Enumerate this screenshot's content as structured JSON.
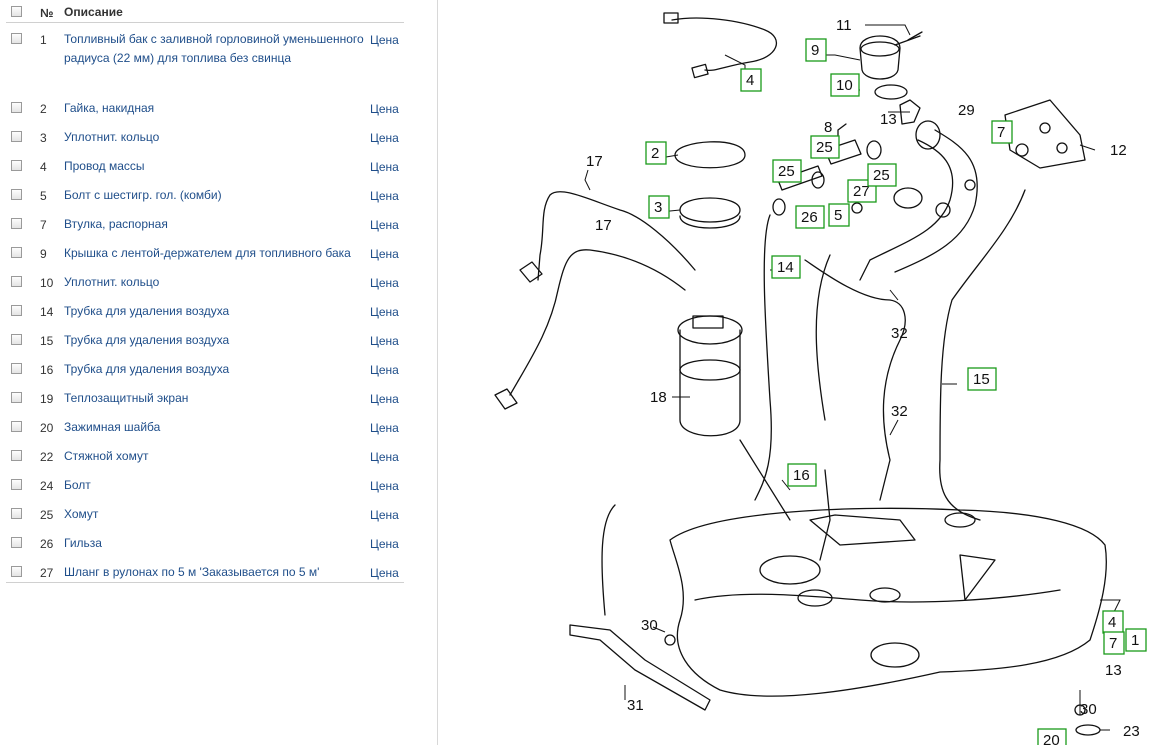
{
  "table": {
    "header": {
      "num": "№",
      "desc": "Описание"
    },
    "rows": [
      {
        "num": "1",
        "desc": "Топливный бак с заливной горловиной уменьшенного радиуса (22 мм) для топлива без свинца",
        "price": "Цена"
      },
      {
        "num": "2",
        "desc": "Гайка, накидная",
        "price": "Цена"
      },
      {
        "num": "3",
        "desc": "Уплотнит. кольцо",
        "price": "Цена"
      },
      {
        "num": "4",
        "desc": "Провод массы",
        "price": "Цена"
      },
      {
        "num": "5",
        "desc": "Болт с шестигр. гол. (комби)",
        "price": "Цена"
      },
      {
        "num": "7",
        "desc": "Втулка, распорная",
        "price": "Цена"
      },
      {
        "num": "9",
        "desc": "Крышка с лентой-держателем для топливного бака",
        "price": "Цена"
      },
      {
        "num": "10",
        "desc": "Уплотнит. кольцо",
        "price": "Цена"
      },
      {
        "num": "14",
        "desc": "Трубка для удаления воздуха",
        "price": "Цена"
      },
      {
        "num": "15",
        "desc": "Трубка для удаления воздуха",
        "price": "Цена"
      },
      {
        "num": "16",
        "desc": "Трубка для удаления воздуха",
        "price": "Цена"
      },
      {
        "num": "19",
        "desc": "Теплозащитный экран",
        "price": "Цена"
      },
      {
        "num": "20",
        "desc": "Зажимная шайба",
        "price": "Цена"
      },
      {
        "num": "22",
        "desc": "Стяжной хомут",
        "price": "Цена"
      },
      {
        "num": "24",
        "desc": "Болт",
        "price": "Цена"
      },
      {
        "num": "25",
        "desc": "Хомут",
        "price": "Цена"
      },
      {
        "num": "26",
        "desc": "Гильза",
        "price": "Цена"
      },
      {
        "num": "27",
        "desc": "Шланг в рулонах по 5 м 'Заказывается по 5 м'",
        "price": "Цена"
      }
    ]
  },
  "diagram": {
    "callouts_boxed": [
      "4",
      "9",
      "10",
      "2",
      "3",
      "25",
      "25",
      "27",
      "25",
      "26",
      "5",
      "7",
      "14",
      "16",
      "15",
      "4",
      "7",
      "1",
      "20"
    ],
    "callouts_plain": [
      "11",
      "8",
      "13",
      "29",
      "12",
      "17",
      "17",
      "18",
      "32",
      "32",
      "30",
      "30",
      "31",
      "13",
      "23"
    ]
  }
}
